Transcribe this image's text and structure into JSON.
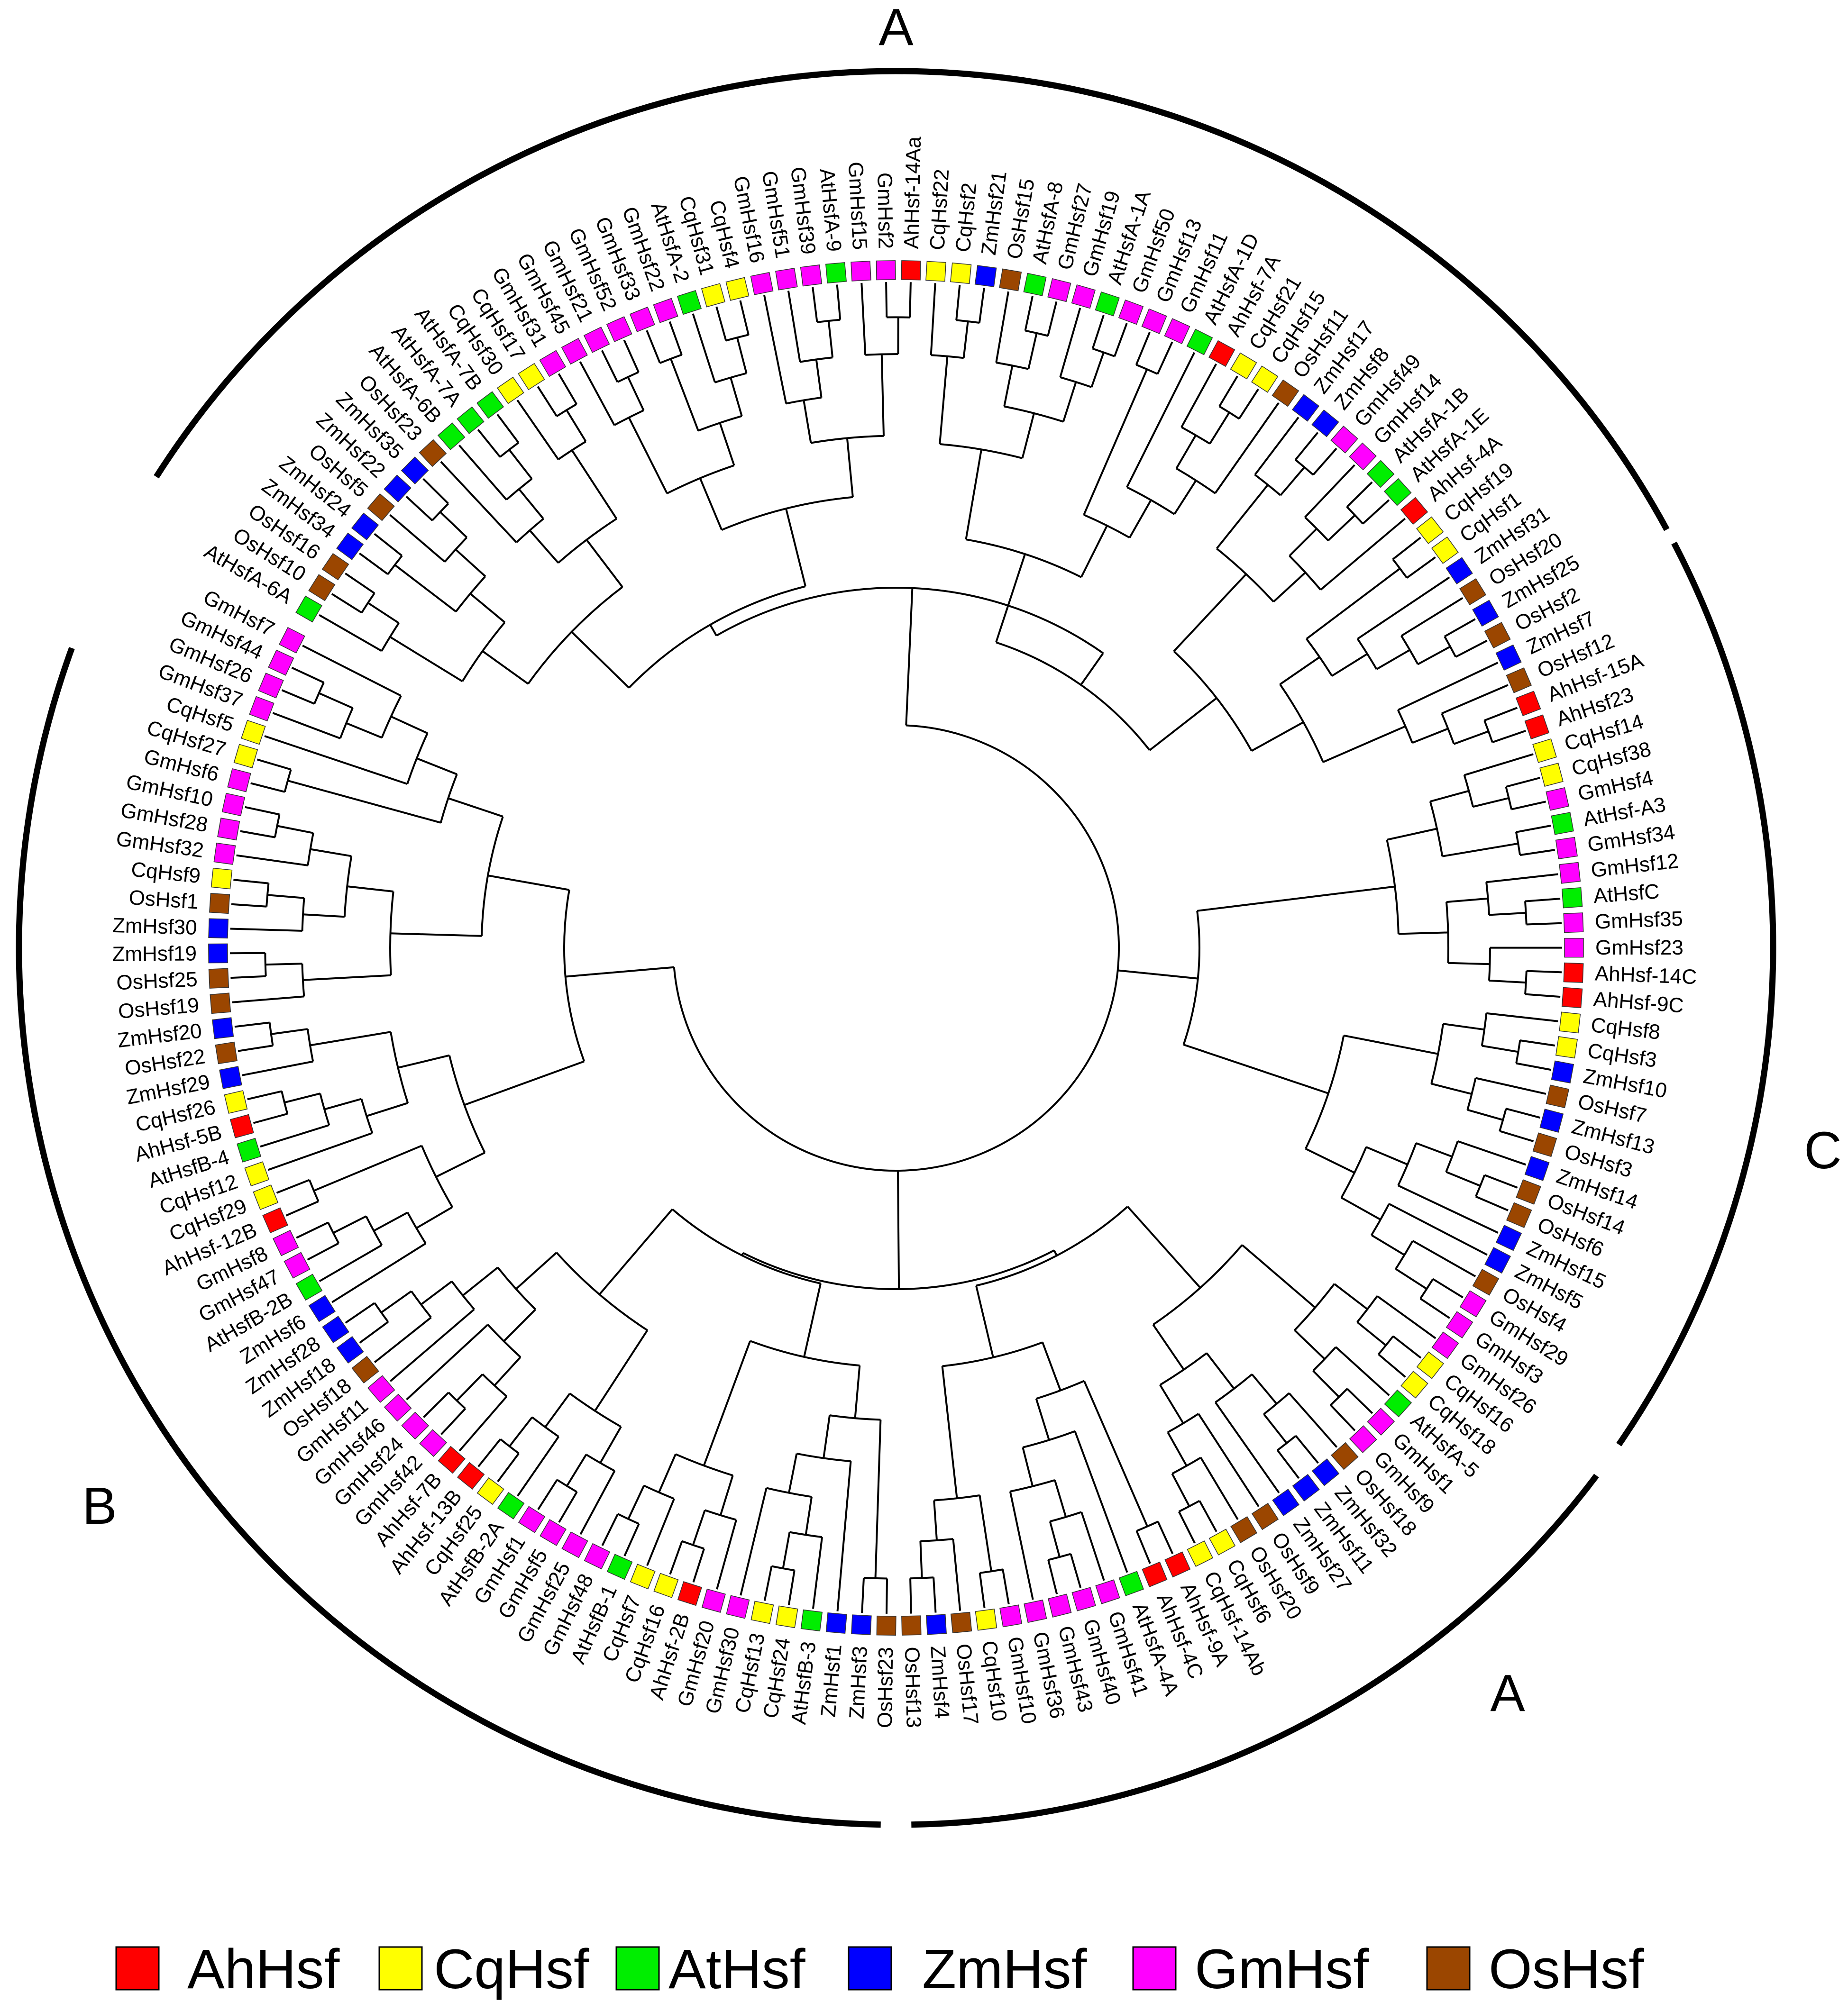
{
  "species_colors": {
    "AhHsf": "#ff0000",
    "CqHsf": "#ffff00",
    "AtHsf": "#00ee00",
    "ZmHsf": "#0000ff",
    "GmHsf": "#ff00ff",
    "OsHsf": "#9b4600"
  },
  "legend": [
    {
      "label": "AhHsf",
      "color": "#ff0000"
    },
    {
      "label": "CqHsf",
      "color": "#ffff00"
    },
    {
      "label": "AtHsf",
      "color": "#00ee00"
    },
    {
      "label": "ZmHsf",
      "color": "#0000ff"
    },
    {
      "label": "GmHsf",
      "color": "#ff00ff"
    },
    {
      "label": "OsHsf",
      "color": "#9b4600"
    }
  ],
  "clades": [
    {
      "label": "A"
    },
    {
      "label": "B"
    },
    {
      "label": "C"
    },
    {
      "label": "A"
    }
  ],
  "leaves": [
    "AtHsfA-6A",
    "OsHsf10",
    "OsHsf16",
    "ZmHsf34",
    "ZmHsf24",
    "OsHsf5",
    "ZmHsf22",
    "ZmHsf35",
    "OsHsf23",
    "AtHsfA-6B",
    "AtHsfA-7A",
    "AtHsfA-7B",
    "CqHsf30",
    "CqHsf17",
    "GmHsf31",
    "GmHsf45",
    "GmHsf21",
    "GmHsf52",
    "GmHsf33",
    "GmHsf22",
    "AtHsfA-2",
    "CqHsf31",
    "CqHsf4",
    "GmHsf16",
    "GmHsf51",
    "GmHsf39",
    "AtHsfA-9",
    "GmHsf15",
    "GmHsf2",
    "AhHsf-14Aa",
    "CqHsf22",
    "CqHsf2",
    "ZmHsf21",
    "OsHsf15",
    "AtHsfA-8",
    "GmHsf27",
    "GmHsf19",
    "AtHsfA-1A",
    "GmHsf50",
    "GmHsf13",
    "GmHsf11",
    "AtHsfA-1D",
    "AhHsf-7A",
    "CqHsf21",
    "CqHsf15",
    "OsHsf11",
    "ZmHsf17",
    "ZmHsf8",
    "GmHsf49",
    "GmHsf14",
    "AtHsfA-1B",
    "AtHsfA-1E",
    "AhHsf-4A",
    "CqHsf19",
    "CqHsf1",
    "ZmHsf31",
    "OsHsf20",
    "ZmHsf25",
    "OsHsf2",
    "ZmHsf7",
    "OsHsf12",
    "AhHsf-15A",
    "AhHsf23",
    "CqHsf14",
    "CqHsf38",
    "GmHsf4",
    "AtHsf-A3",
    "GmHsf34",
    "GmHsf12",
    "AtHsfC",
    "GmHsf35",
    "GmHsf23",
    "AhHsf-14C",
    "AhHsf-9C",
    "CqHsf8",
    "CqHsf3",
    "ZmHsf10",
    "OsHsf7",
    "ZmHsf13",
    "OsHsf3",
    "ZmHsf14",
    "OsHsf14",
    "OsHsf6",
    "ZmHsf15",
    "ZmHsf5",
    "OsHsf4",
    "GmHsf29",
    "GmHsf3",
    "GmHsf26",
    "CqHsf16",
    "CqHsf18",
    "AtHsfA-5",
    "GmHsf1",
    "GmHsf9",
    "OsHsf18",
    "ZmHsf32",
    "ZmHsf11",
    "ZmHsf27",
    "OsHsf9",
    "OsHsf20",
    "CqHsf6",
    "CqHsf-14Ab",
    "AhHsf-9A",
    "AhHsf-4C",
    "AtHsfA-4A",
    "GmHsf41",
    "GmHsf40",
    "GmHsf43",
    "GmHsf36",
    "GmHsf10",
    "CqHsf10",
    "OsHsf17",
    "ZmHsf4",
    "OsHsf13",
    "OsHsf23",
    "ZmHsf3",
    "ZmHsf1",
    "AtHsfB-3",
    "CqHsf24",
    "CqHsf13",
    "GmHsf30",
    "GmHsf20",
    "AhHsf-2B",
    "CqHsf16",
    "CqHsf7",
    "AtHsfB-1",
    "GmHsf48",
    "GmHsf25",
    "GmHsf5",
    "GmHsf1",
    "AtHsfB-2A",
    "CqHsf25",
    "AhHsf-13B",
    "AhHsf-7B",
    "GmHsf42",
    "GmHsf24",
    "GmHsf46",
    "GmHsf11",
    "OsHsf18",
    "ZmHsf18",
    "ZmHsf28",
    "ZmHsf6",
    "AtHsfB-2B",
    "GmHsf47",
    "GmHsf8",
    "AhHsf-12B",
    "CqHsf29",
    "CqHsf12",
    "AtHsfB-4",
    "AhHsf-5B",
    "CqHsf26",
    "ZmHsf29",
    "OsHsf22",
    "ZmHsf20",
    "OsHsf19",
    "OsHsf25",
    "ZmHsf19",
    "ZmHsf30",
    "OsHsf1",
    "CqHsf9",
    "GmHsf32",
    "GmHsf28",
    "GmHsf10",
    "GmHsf6",
    "CqHsf27",
    "CqHsf5",
    "GmHsf37",
    "GmHsf26",
    "GmHsf44",
    "GmHsf7"
  ]
}
